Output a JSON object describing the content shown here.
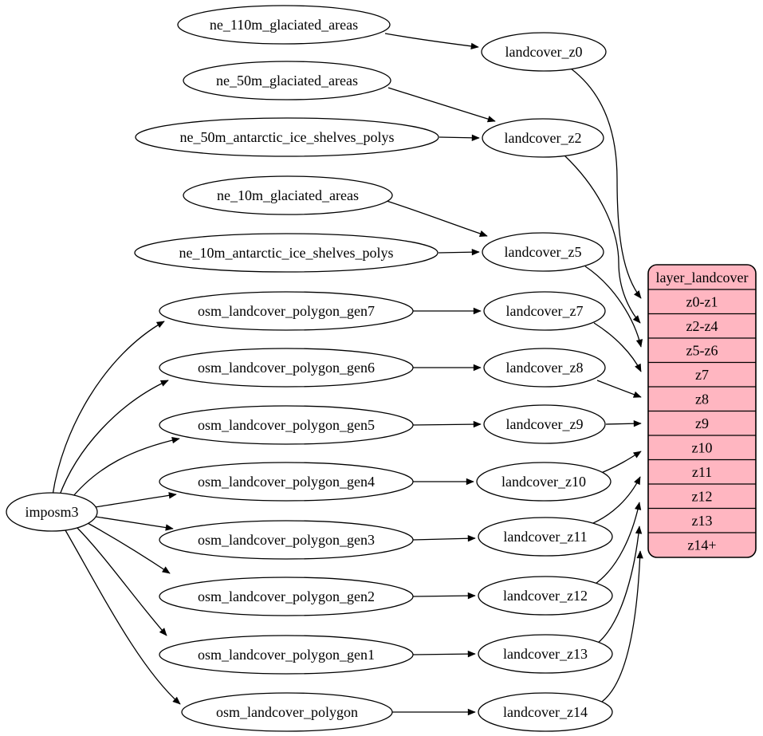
{
  "diagram_type": "graphviz-dependency-diagram",
  "colors": {
    "background": "#ffffff",
    "node_fill": "#ffffff",
    "node_stroke": "#000000",
    "edge_color": "#000000",
    "record_fill": "#ffb6c1",
    "record_stroke": "#000000"
  },
  "nodes": {
    "imposm3": "imposm3",
    "ne_110m_glaciated_areas": "ne_110m_glaciated_areas",
    "ne_50m_glaciated_areas": "ne_50m_glaciated_areas",
    "ne_50m_antarctic_ice_shelves_polys": "ne_50m_antarctic_ice_shelves_polys",
    "ne_10m_glaciated_areas": "ne_10m_glaciated_areas",
    "ne_10m_antarctic_ice_shelves_polys": "ne_10m_antarctic_ice_shelves_polys",
    "osm_landcover_polygon_gen7": "osm_landcover_polygon_gen7",
    "osm_landcover_polygon_gen6": "osm_landcover_polygon_gen6",
    "osm_landcover_polygon_gen5": "osm_landcover_polygon_gen5",
    "osm_landcover_polygon_gen4": "osm_landcover_polygon_gen4",
    "osm_landcover_polygon_gen3": "osm_landcover_polygon_gen3",
    "osm_landcover_polygon_gen2": "osm_landcover_polygon_gen2",
    "osm_landcover_polygon_gen1": "osm_landcover_polygon_gen1",
    "osm_landcover_polygon": "osm_landcover_polygon",
    "landcover_z0": "landcover_z0",
    "landcover_z2": "landcover_z2",
    "landcover_z5": "landcover_z5",
    "landcover_z7": "landcover_z7",
    "landcover_z8": "landcover_z8",
    "landcover_z9": "landcover_z9",
    "landcover_z10": "landcover_z10",
    "landcover_z11": "landcover_z11",
    "landcover_z12": "landcover_z12",
    "landcover_z13": "landcover_z13",
    "landcover_z14": "landcover_z14"
  },
  "record": {
    "title": "layer_landcover",
    "rows": [
      "z0-z1",
      "z2-z4",
      "z5-z6",
      "z7",
      "z8",
      "z9",
      "z10",
      "z11",
      "z12",
      "z13",
      "z14+"
    ]
  },
  "edges": [
    {
      "from": "imposm3",
      "to": "osm_landcover_polygon_gen7"
    },
    {
      "from": "imposm3",
      "to": "osm_landcover_polygon_gen6"
    },
    {
      "from": "imposm3",
      "to": "osm_landcover_polygon_gen5"
    },
    {
      "from": "imposm3",
      "to": "osm_landcover_polygon_gen4"
    },
    {
      "from": "imposm3",
      "to": "osm_landcover_polygon_gen3"
    },
    {
      "from": "imposm3",
      "to": "osm_landcover_polygon_gen2"
    },
    {
      "from": "imposm3",
      "to": "osm_landcover_polygon_gen1"
    },
    {
      "from": "imposm3",
      "to": "osm_landcover_polygon"
    },
    {
      "from": "ne_110m_glaciated_areas",
      "to": "landcover_z0"
    },
    {
      "from": "ne_50m_glaciated_areas",
      "to": "landcover_z2"
    },
    {
      "from": "ne_50m_antarctic_ice_shelves_polys",
      "to": "landcover_z2"
    },
    {
      "from": "ne_10m_glaciated_areas",
      "to": "landcover_z5"
    },
    {
      "from": "ne_10m_antarctic_ice_shelves_polys",
      "to": "landcover_z5"
    },
    {
      "from": "osm_landcover_polygon_gen7",
      "to": "landcover_z7"
    },
    {
      "from": "osm_landcover_polygon_gen6",
      "to": "landcover_z8"
    },
    {
      "from": "osm_landcover_polygon_gen5",
      "to": "landcover_z9"
    },
    {
      "from": "osm_landcover_polygon_gen4",
      "to": "landcover_z10"
    },
    {
      "from": "osm_landcover_polygon_gen3",
      "to": "landcover_z11"
    },
    {
      "from": "osm_landcover_polygon_gen2",
      "to": "landcover_z12"
    },
    {
      "from": "osm_landcover_polygon_gen1",
      "to": "landcover_z13"
    },
    {
      "from": "osm_landcover_polygon",
      "to": "landcover_z14"
    },
    {
      "from": "landcover_z0",
      "to": "layer_landcover:z0-z1"
    },
    {
      "from": "landcover_z2",
      "to": "layer_landcover:z2-z4"
    },
    {
      "from": "landcover_z5",
      "to": "layer_landcover:z5-z6"
    },
    {
      "from": "landcover_z7",
      "to": "layer_landcover:z7"
    },
    {
      "from": "landcover_z8",
      "to": "layer_landcover:z8"
    },
    {
      "from": "landcover_z9",
      "to": "layer_landcover:z9"
    },
    {
      "from": "landcover_z10",
      "to": "layer_landcover:z10"
    },
    {
      "from": "landcover_z11",
      "to": "layer_landcover:z11"
    },
    {
      "from": "landcover_z12",
      "to": "layer_landcover:z12"
    },
    {
      "from": "landcover_z13",
      "to": "layer_landcover:z13"
    },
    {
      "from": "landcover_z14",
      "to": "layer_landcover:z14+"
    }
  ]
}
